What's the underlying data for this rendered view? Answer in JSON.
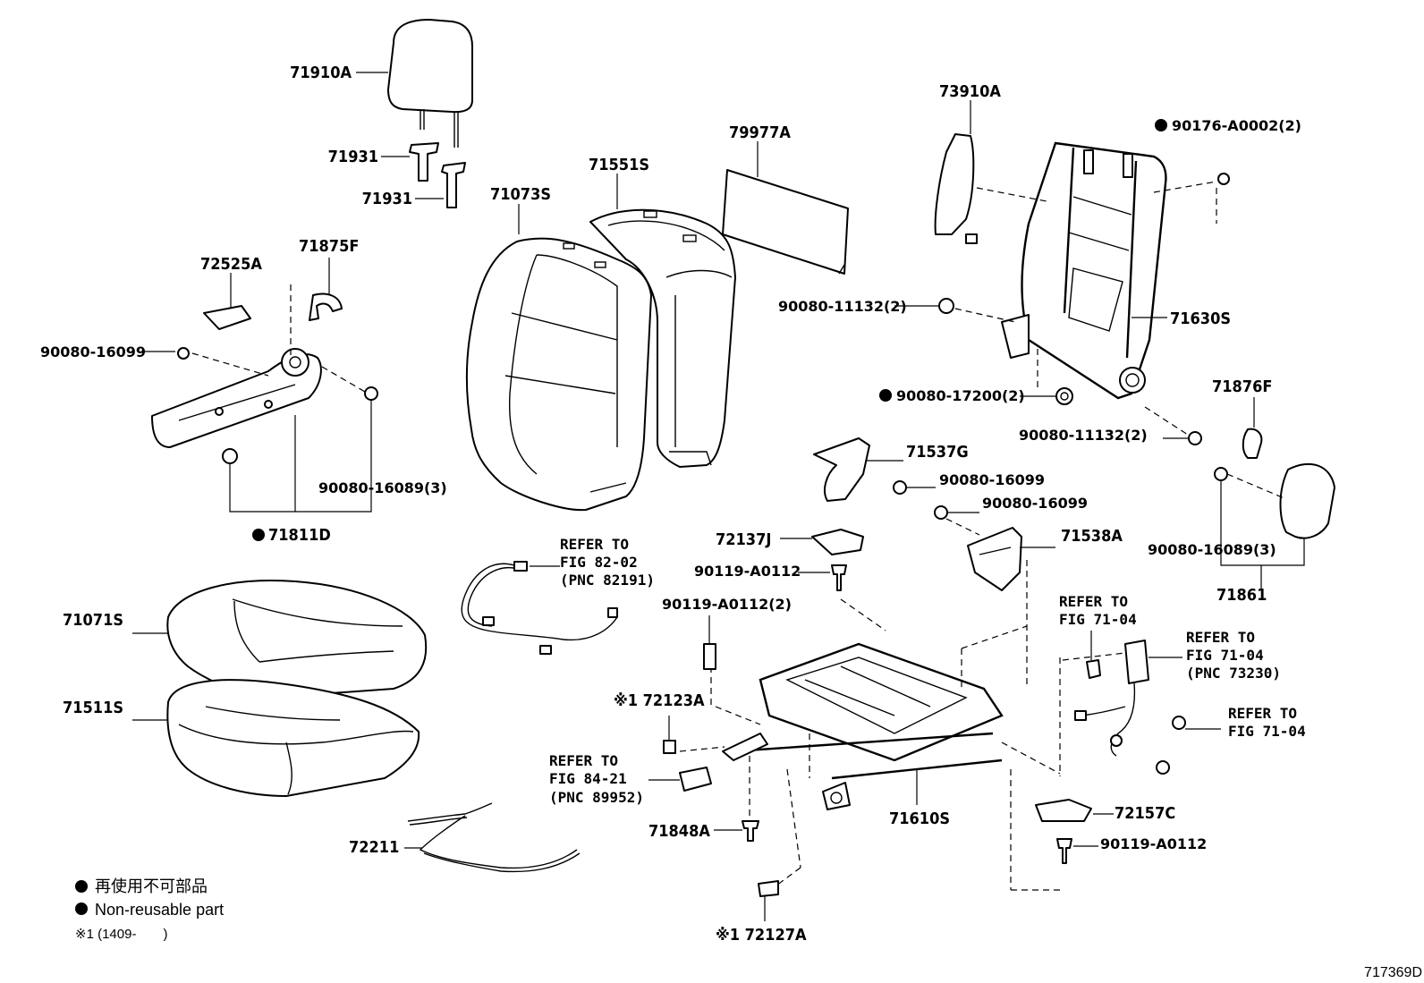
{
  "parts": {
    "p71910A": "71910A",
    "p71931a": "71931",
    "p71931b": "71931",
    "p71551S": "71551S",
    "p71073S": "71073S",
    "p79977A": "79977A",
    "p73910A": "73910A",
    "p90176": "90176-A0002(2)",
    "p71875F": "71875F",
    "p72525A": "72525A",
    "p90080_16099_left": "90080-16099",
    "p90080_16089_left": "90080-16089(3)",
    "p71811D": "71811D",
    "p90080_11132_a": "90080-11132(2)",
    "p71630S": "71630S",
    "p90080_17200": "90080-17200(2)",
    "p90080_11132_b": "90080-11132(2)",
    "p71876F": "71876F",
    "p71537G": "71537G",
    "p90080_16099_m1": "90080-16099",
    "p90080_16099_m2": "90080-16099",
    "p71538A": "71538A",
    "p72137J": "72137J",
    "p90119_a": "90119-A0112",
    "p90119_b": "90119-A0112(2)",
    "p90080_16089_right": "90080-16089(3)",
    "p71861": "71861",
    "p71071S": "71071S",
    "p71511S": "71511S",
    "p72123A": "※1 72123A",
    "p71848A": "71848A",
    "p71610S": "71610S",
    "p72157C": "72157C",
    "p90119_c": "90119-A0112",
    "p72211": "72211",
    "p72127A": "※1 72127A"
  },
  "refs": {
    "r82_l1": "REFER TO",
    "r82_l2": "FIG 82-02",
    "r82_l3": "(PNC 82191)",
    "r84_l1": "REFER TO",
    "r84_l2": "FIG 84-21",
    "r84_l3": "(PNC 89952)",
    "r71a_l1": "REFER TO",
    "r71a_l2": "FIG 71-04",
    "r71b_l1": "REFER TO",
    "r71b_l2": "FIG 71-04",
    "r71b_l3": "(PNC 73230)",
    "r71c_l1": "REFER TO",
    "r71c_l2": "FIG 71-04"
  },
  "legend": {
    "ja": "再使用不可部品",
    "en": "Non-reusable part",
    "note": "※1 (1409-　　)"
  },
  "figure_id": "717369D"
}
